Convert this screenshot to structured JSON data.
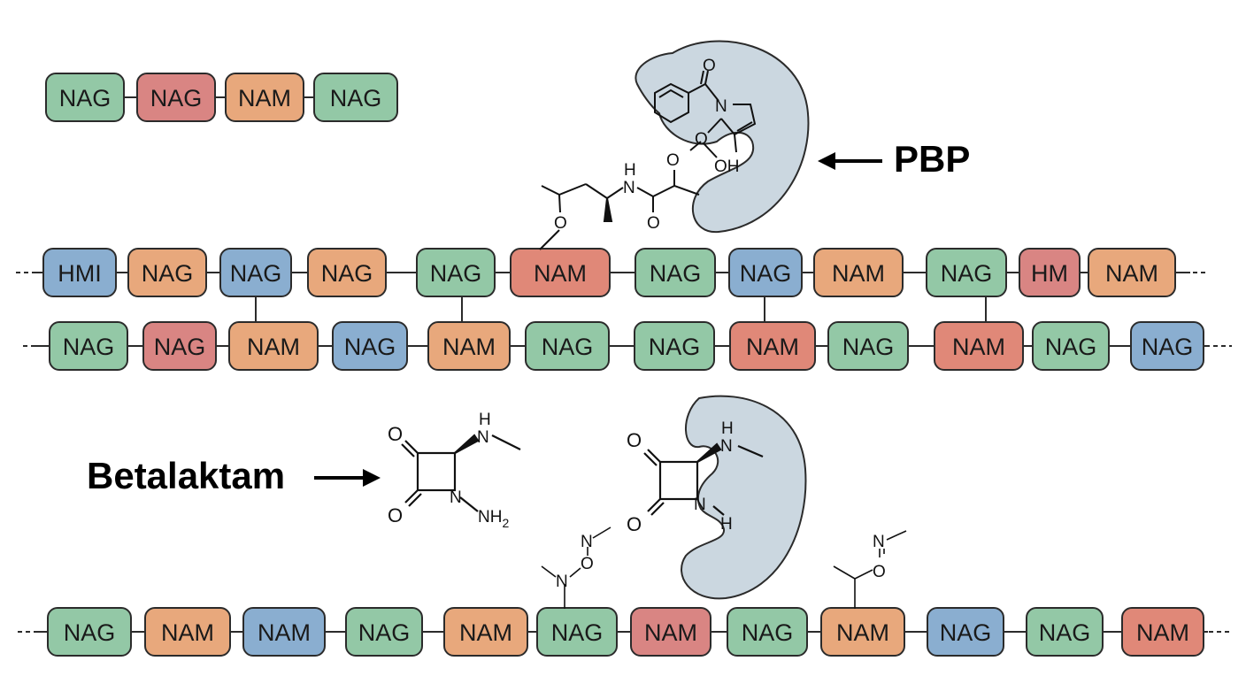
{
  "palette": {
    "NAG_green": "#93c8a6",
    "NAG_red": "#d98583",
    "NAG_blue": "#8aaed0",
    "NAM_orange": "#e8a87c",
    "NAM_red": "#e08878",
    "enzyme_fill": "#cbd7e0",
    "outline": "#2b2b2b"
  },
  "labels": {
    "pbp": "PBP",
    "betalaktam": "Betalaktam"
  },
  "chain_top": [
    {
      "label": "NAG",
      "color": "NAG_green"
    },
    {
      "label": "NAG",
      "color": "NAG_red"
    },
    {
      "label": "NAM",
      "color": "NAM_orange"
    },
    {
      "label": "NAG",
      "color": "NAG_green"
    }
  ],
  "chain_row1": [
    {
      "label": "HMI",
      "color": "NAG_blue"
    },
    {
      "label": "NAG",
      "color": "NAM_orange"
    },
    {
      "label": "NAG",
      "color": "NAG_blue"
    },
    {
      "label": "NAG",
      "color": "NAM_orange"
    },
    {
      "label": "NAG",
      "color": "NAG_green"
    },
    {
      "label": "NAM",
      "color": "NAM_red"
    },
    {
      "label": "NAG",
      "color": "NAG_green"
    },
    {
      "label": "NAG",
      "color": "NAG_blue"
    },
    {
      "label": "NAM",
      "color": "NAM_orange"
    },
    {
      "label": "NAG",
      "color": "NAG_green"
    },
    {
      "label": "HM",
      "color": "NAG_red"
    },
    {
      "label": "NAM",
      "color": "NAM_orange"
    }
  ],
  "chain_row2": [
    {
      "label": "NAG",
      "color": "NAG_green"
    },
    {
      "label": "NAG",
      "color": "NAG_red"
    },
    {
      "label": "NAM",
      "color": "NAM_orange"
    },
    {
      "label": "NAG",
      "color": "NAG_blue"
    },
    {
      "label": "NAM",
      "color": "NAM_orange"
    },
    {
      "label": "NAG",
      "color": "NAG_green"
    },
    {
      "label": "NAG",
      "color": "NAG_green"
    },
    {
      "label": "NAM",
      "color": "NAM_red"
    },
    {
      "label": "NAG",
      "color": "NAG_green"
    },
    {
      "label": "NAM",
      "color": "NAM_red"
    },
    {
      "label": "NAG",
      "color": "NAG_green"
    },
    {
      "label": "NAG",
      "color": "NAG_blue"
    }
  ],
  "chain_bottom": [
    {
      "label": "NAG",
      "color": "NAG_green"
    },
    {
      "label": "NAM",
      "color": "NAM_orange"
    },
    {
      "label": "NAM",
      "color": "NAG_blue"
    },
    {
      "label": "NAG",
      "color": "NAG_green"
    },
    {
      "label": "NAM",
      "color": "NAM_orange"
    },
    {
      "label": "NAG",
      "color": "NAG_green"
    },
    {
      "label": "NAM",
      "color": "NAG_red"
    },
    {
      "label": "NAG",
      "color": "NAG_green"
    },
    {
      "label": "NAM",
      "color": "NAM_orange"
    },
    {
      "label": "NAG",
      "color": "NAG_blue"
    },
    {
      "label": "NAG",
      "color": "NAG_green"
    },
    {
      "label": "NAM",
      "color": "NAM_red"
    }
  ],
  "atoms": {
    "o": "O",
    "n": "N",
    "h": "H",
    "oh": "OH",
    "nh2_n": "NH",
    "nh2_sub": "2"
  }
}
